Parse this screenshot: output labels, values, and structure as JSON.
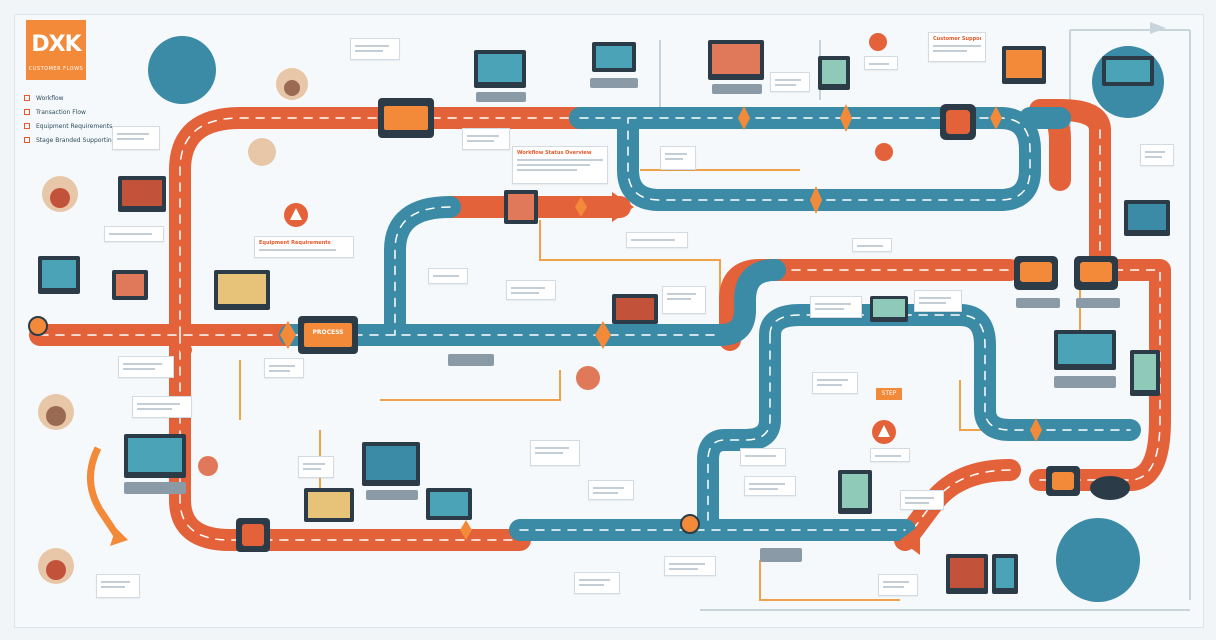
{
  "logo": {
    "mark": "DXK",
    "tagline": "CUSTOMER FLOWS"
  },
  "legend": {
    "items": [
      {
        "label": "Workflow",
        "color": "#e45a2c"
      },
      {
        "label": "Transaction Flow",
        "color": "#e45a2c"
      },
      {
        "label": "Equipment Requirements",
        "color": "#e45a2c"
      },
      {
        "label": "Stage Branded Supporting",
        "color": "#e45a2c"
      }
    ]
  },
  "colors": {
    "route_orange": "#e4623a",
    "route_teal": "#3b8aa6",
    "accent": "#f28a3a",
    "thin_line": "#f0a24a",
    "dark": "#2b3b48",
    "background": "#f6f9fb"
  },
  "notes": [
    {
      "title": "Workflow Status Overview"
    },
    {
      "title": "Equipment Requirements"
    },
    {
      "title": "Customer Supporting"
    }
  ],
  "badges": {
    "center_label": "PROCESS",
    "lower_label": "STEP"
  },
  "icons": [
    "monitor-icon",
    "printer-icon",
    "machine-icon",
    "gear-icon",
    "alert-pin-icon",
    "camera-icon",
    "robot-icon",
    "keyboard-icon",
    "chart-icon"
  ]
}
